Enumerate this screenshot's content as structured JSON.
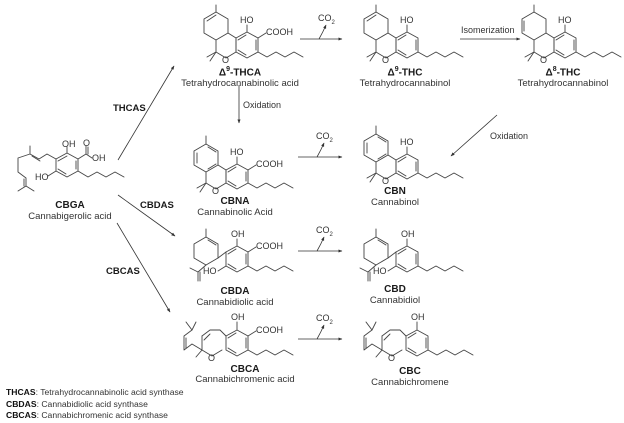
{
  "compounds": {
    "cbga": {
      "abbr": "CBGA",
      "name": "Cannabigerolic acid"
    },
    "thca": {
      "abbr_prefix": "Δ",
      "abbr_sup": "9",
      "abbr_suffix": "-THCA",
      "name": "Tetrahydrocannabinolic acid"
    },
    "thc9": {
      "abbr_prefix": "Δ",
      "abbr_sup": "9",
      "abbr_suffix": "-THC",
      "name": "Tetrahydrocannabinol"
    },
    "thc8": {
      "abbr_prefix": "Δ",
      "abbr_sup": "8",
      "abbr_suffix": "-THC",
      "name": "Tetrahydrocannabinol"
    },
    "cbna": {
      "abbr": "CBNA",
      "name": "Cannabinolic Acid"
    },
    "cbn": {
      "abbr": "CBN",
      "name": "Cannabinol"
    },
    "cbda": {
      "abbr": "CBDA",
      "name": "Cannabidiolic acid"
    },
    "cbd": {
      "abbr": "CBD",
      "name": "Cannabidiol"
    },
    "cbca": {
      "abbr": "CBCA",
      "name": "Cannabichromenic acid"
    },
    "cbc": {
      "abbr": "CBC",
      "name": "Cannabichromene"
    }
  },
  "atoms": {
    "ho": "HO",
    "oh": "OH",
    "o": "O",
    "cooh": "COOH",
    "co2": "CO",
    "co2_sub": "2"
  },
  "enzymes": {
    "thcas": "THCAS",
    "cbdas": "CBDAS",
    "cbcas": "CBCAS"
  },
  "processes": {
    "oxidation_1": "Oxidation",
    "oxidation_2": "Oxidation",
    "isomerization": "Isomerization"
  },
  "legend": [
    {
      "abbr": "THCAS",
      "sep": ": ",
      "text": "Tetrahydrocannabinolic acid synthase"
    },
    {
      "abbr": "CBDAS",
      "sep": ": ",
      "text": "Cannabidiolic acid synthase"
    },
    {
      "abbr": "CBCAS",
      "sep": ": ",
      "text": "Cannabichromenic acid synthase"
    }
  ]
}
